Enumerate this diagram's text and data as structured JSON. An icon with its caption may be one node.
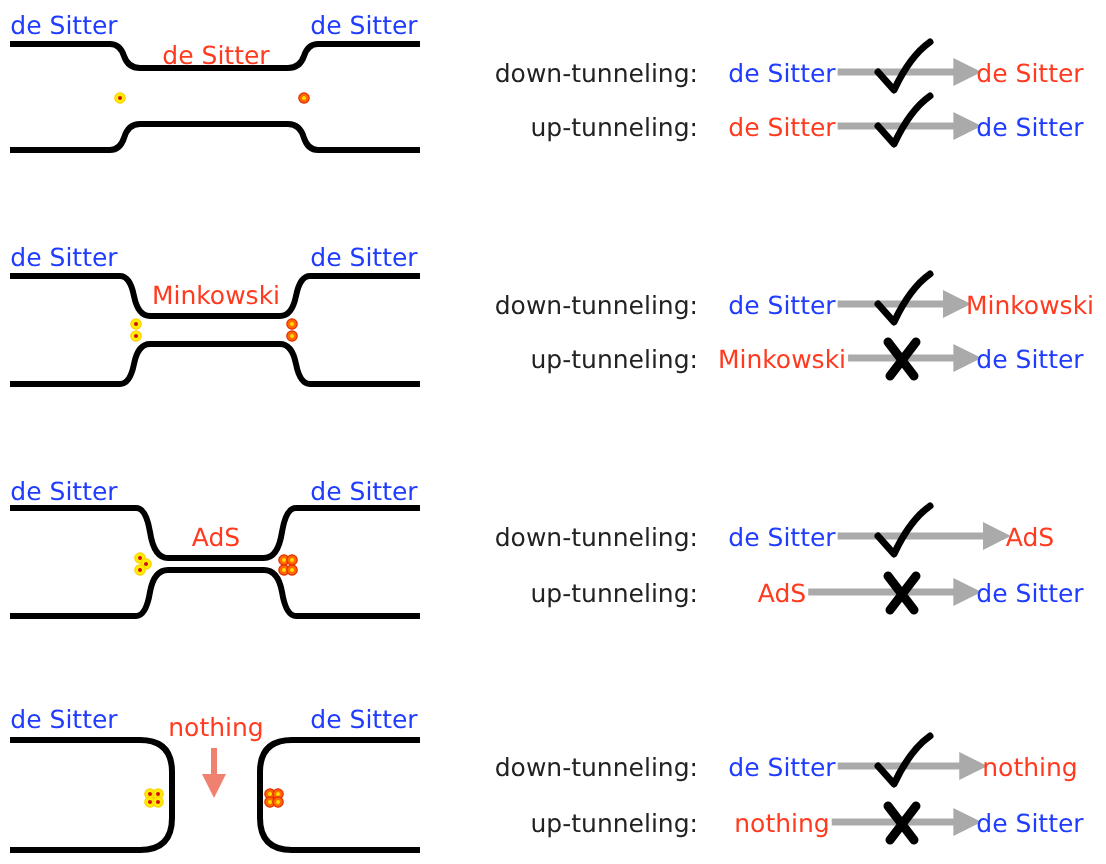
{
  "diagram": {
    "nodes": [
      {
        "text": [
          "de Sitter"
        ]
      },
      {
        "text": [
          "de Sitter"
        ]
      },
      {
        "text": [
          "de Sitter"
        ]
      },
      {
        "text": [
          "de Sitter"
        ]
      },
      {
        "text": [
          "de Sitter"
        ]
      },
      {
        "text": [
          "Minkowski"
        ]
      },
      {
        "text": [
          "Minkowski"
        ]
      },
      {
        "text": [
          "de Sitter"
        ]
      },
      {
        "text": [
          "de Sitter"
        ]
      },
      {
        "text": [
          "AdS"
        ]
      },
      {
        "text": [
          "AdS"
        ]
      },
      {
        "text": [
          "de Sitter"
        ]
      },
      {
        "text": [
          "de Sitter"
        ]
      },
      {
        "text": [
          "nothing"
        ]
      },
      {
        "text": [
          "nothing"
        ]
      },
      {
        "text": [
          "de Sitter"
        ]
      }
    ],
    "edges": [
      {
        "from": 0,
        "to": 1,
        "arrow": "to"
      },
      {
        "from": 2,
        "to": 3,
        "arrow": "to"
      },
      {
        "from": 4,
        "to": 5,
        "arrow": "to"
      },
      {
        "from": 6,
        "to": 7,
        "arrow": "to"
      },
      {
        "from": 8,
        "to": 9,
        "arrow": "to"
      },
      {
        "from": 10,
        "to": 11,
        "arrow": "to"
      },
      {
        "from": 12,
        "to": 13,
        "arrow": "to"
      },
      {
        "from": 14,
        "to": 15,
        "arrow": "to"
      }
    ],
    "labels": [
      "de Sitter",
      "de Sitter",
      "de Sitter",
      "down-tunneling:",
      "up-tunneling:",
      "de Sitter",
      "de Sitter",
      "Minkowski",
      "down-tunneling:",
      "up-tunneling:",
      "de Sitter",
      "de Sitter",
      "AdS",
      "down-tunneling:",
      "up-tunneling:",
      "de Sitter",
      "nothing",
      "de Sitter",
      "down-tunneling:",
      "up-tunneling:"
    ]
  }
}
